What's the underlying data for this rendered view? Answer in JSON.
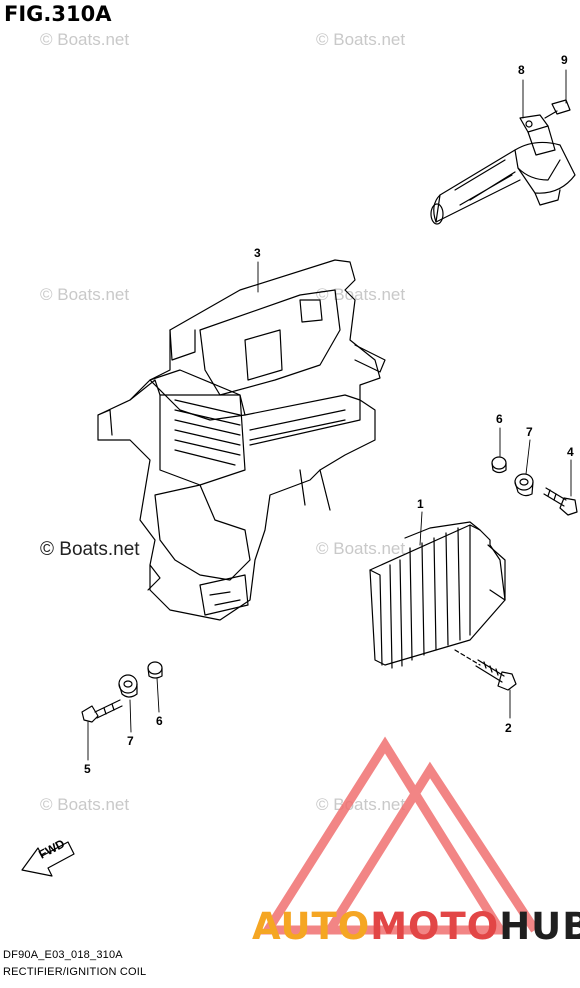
{
  "figure": {
    "title": "FIG.310A",
    "model_code": "DF90A_E03_018_310A",
    "caption": "RECTIFIER/IGNITION COIL"
  },
  "watermark": {
    "text": "© Boats.net",
    "color": "#c9c9c9"
  },
  "callouts": {
    "c1": "1",
    "c2": "2",
    "c3": "3",
    "c4": "4",
    "c5": "5",
    "c6a": "6",
    "c6b": "6",
    "c7a": "7",
    "c7b": "7",
    "c8": "8",
    "c9": "9"
  },
  "fwd": {
    "label": "FWD"
  },
  "logo": {
    "part1": "AUTO",
    "part2": "MOTO",
    "part3": "HUB",
    "colors": {
      "orange": "#f5a623",
      "red": "#e24646",
      "dark": "#1f1f1f"
    }
  }
}
